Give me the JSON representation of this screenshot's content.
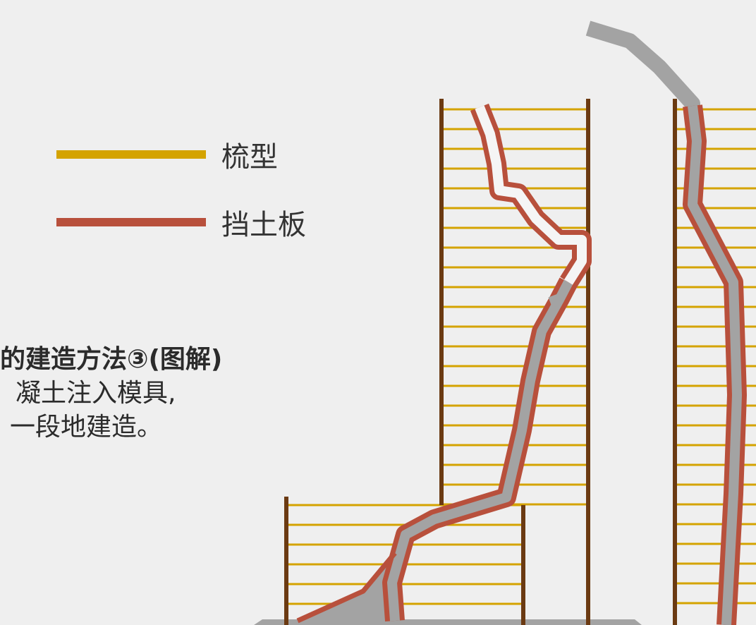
{
  "legend": [
    {
      "label": "梳型",
      "color": "#d4a300"
    },
    {
      "label": "挡土板",
      "color": "#b8503c"
    }
  ],
  "text": {
    "title": "的建造方法③(图解)",
    "line2": "凝土注入模具,",
    "line3": "一段地建造。"
  },
  "colors": {
    "background": "#efefef",
    "post": "#6b3a12",
    "comb": "#d4a300",
    "retaining_board": "#b8503c",
    "concrete": "#a3a3a3"
  }
}
